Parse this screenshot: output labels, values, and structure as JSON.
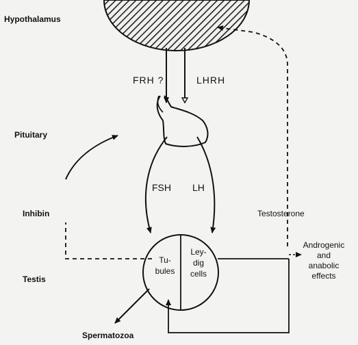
{
  "labels": {
    "hypothalamus": "Hypothalamus",
    "pituitary": "Pituitary",
    "inhibin": "Inhibin",
    "testis": "Testis",
    "frh": "FRH ?",
    "lhrh": "LHRH",
    "fsh": "FSH",
    "lh": "LH",
    "testosterone": "Testosterone",
    "tubules_1": "Tu-",
    "tubules_2": "bules",
    "leydig_1": "Ley-",
    "leydig_2": "dig",
    "leydig_3": "cells",
    "effects_1": "Androgenic",
    "effects_2": "and",
    "effects_3": "anabolic",
    "effects_4": "effects",
    "spermatozoa": "Spermatozoa"
  }
}
